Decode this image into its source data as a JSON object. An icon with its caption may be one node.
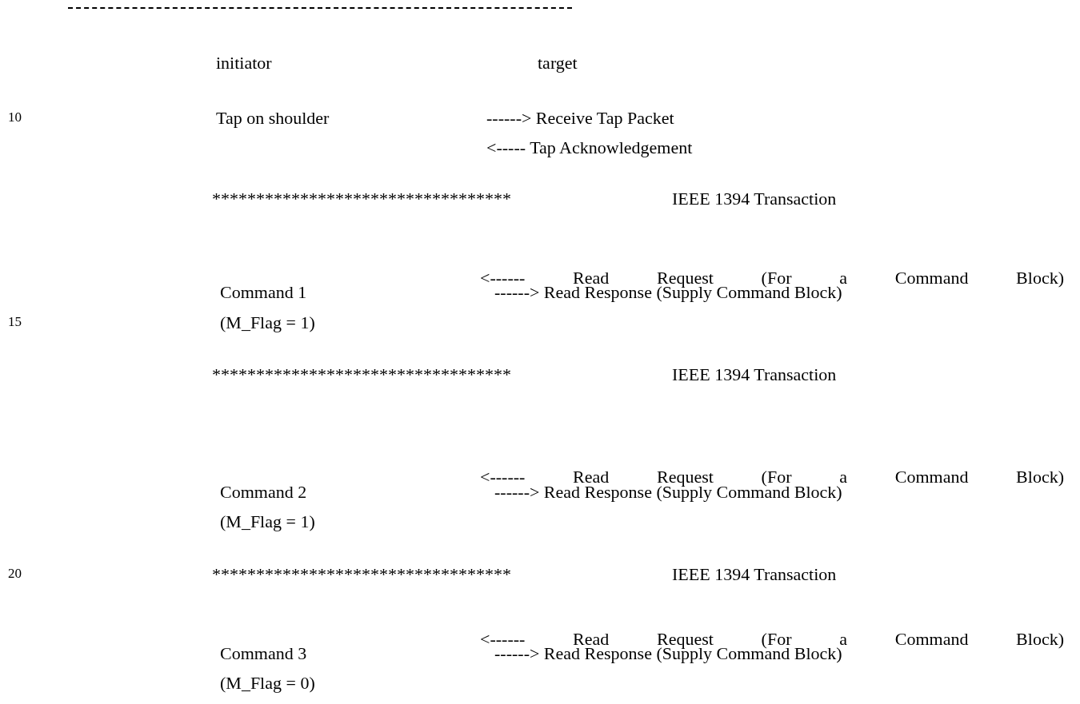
{
  "diagram": {
    "labels": [
      "initiator",
      "target",
      "10",
      "Tap on shoulder",
      "------> Receive Tap Packet",
      "<----- Tap Acknowledgement",
      "**********************************",
      "IEEE 1394 Transaction",
      "<------ Read Request (For a Command Block)",
      "Command 1",
      "------> Read Response (Supply Command Block)",
      "15",
      "(M_Flag = 1)",
      "**********************************",
      "IEEE 1394 Transaction",
      "<------ Read Request (For a Command Block)",
      "Command 2",
      "------> Read Response (Supply Command Block)",
      "(M_Flag = 1)",
      "20",
      "**********************************",
      "IEEE 1394 Transaction",
      "<------ Read Request (For a Command Block)",
      "Command 3",
      "------> Read Response (Supply Command Block)",
      "(M_Flag = 0)"
    ]
  }
}
